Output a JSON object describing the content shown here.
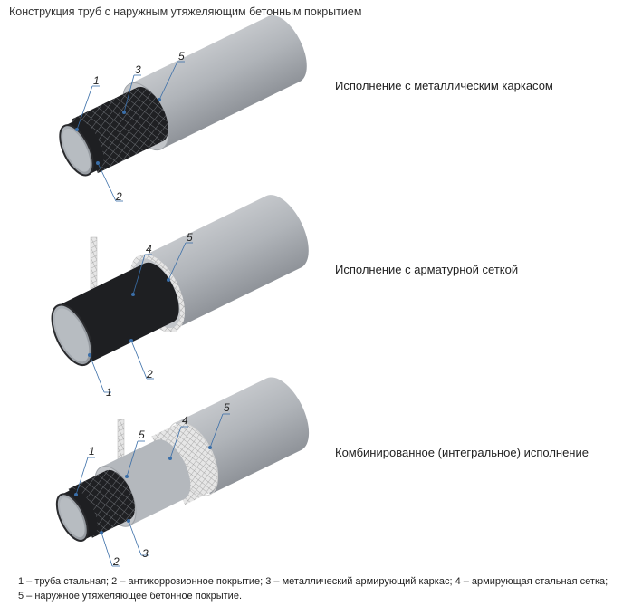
{
  "title": "Конструкция труб с наружным утяжеляющим бетонным покрытием",
  "variants": [
    {
      "label": "Исполнение с металлическим каркасом",
      "callouts": [
        "1",
        "2",
        "3",
        "5"
      ]
    },
    {
      "label": "Исполнение с арматурной сеткой",
      "callouts": [
        "1",
        "2",
        "4",
        "5"
      ]
    },
    {
      "label": "Комбинированное (интегральное) исполнение",
      "callouts": [
        "1",
        "2",
        "3",
        "4",
        "5",
        "5"
      ]
    }
  ],
  "legend": {
    "line1": "1 – труба стальная; 2 – антикоррозионное покрытие; 3 – металлический армирующий каркас; 4 – армирующая стальная сетка;",
    "line2": "5 – наружное утяжеляющее бетонное покрытие."
  },
  "colors": {
    "concrete": "#a9adb3",
    "coating": "#1e1f22",
    "steel": "#9ea4ab",
    "mesh": "#d9d9d9"
  }
}
